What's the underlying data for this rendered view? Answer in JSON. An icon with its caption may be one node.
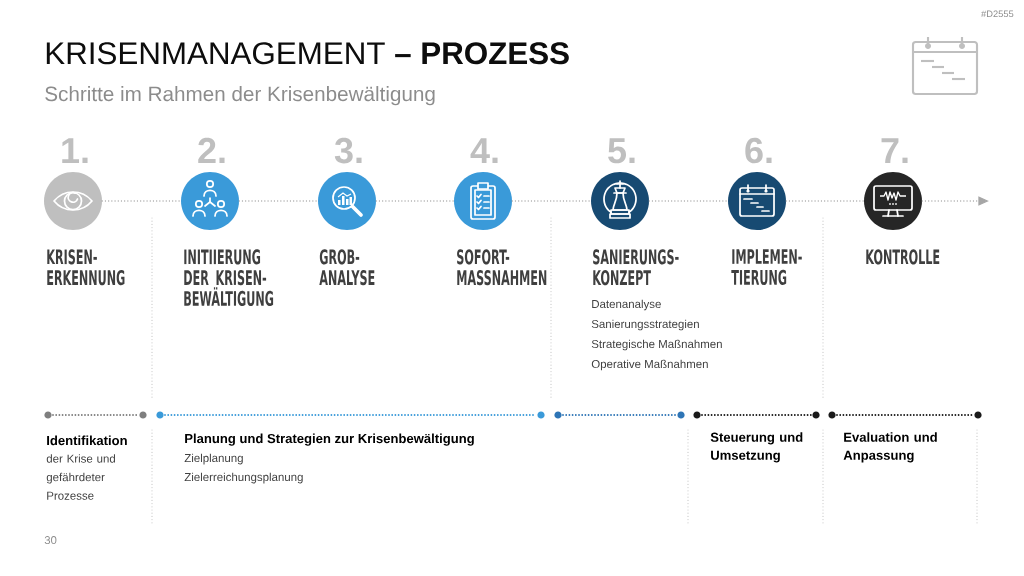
{
  "diagram": {
    "title": "KRISENMANAGEMENT **– PROZESS**",
    "nodes": [
      {
        "text": [
          "1.",
          "KRISEN- ERKENNUNG"
        ]
      },
      {
        "text": [
          "2.",
          "INITIIERUNG DER KRISEN- BEWÄLTIGUNG"
        ]
      },
      {
        "text": [
          "3.",
          "GROB- ANALYSE"
        ]
      },
      {
        "text": [
          "4.",
          "SOFORT- MASSNAHMEN"
        ]
      },
      {
        "text": [
          "5.",
          "SANIERUNGS- KONZEPT"
        ],
        "beside": [
          "Datenanalyse",
          "Sanierungsstrategien",
          "Strategische Maßnahmen",
          "Operative Maßnahmen"
        ]
      },
      {
        "text": [
          "6.",
          "IMPLEMEN- TIERUNG"
        ]
      },
      {
        "text": [
          "7.",
          "KONTROLLE"
        ]
      }
    ],
    "edges": [
      {
        "from": 0,
        "to": 1,
        "arrow": "none"
      },
      {
        "from": 1,
        "to": 2,
        "arrow": "none"
      },
      {
        "from": 2,
        "to": 3,
        "arrow": "none"
      },
      {
        "from": 3,
        "to": 4,
        "arrow": "none"
      },
      {
        "from": 4,
        "to": 5,
        "arrow": "none"
      },
      {
        "from": 5,
        "to": 6,
        "arrow": "none"
      },
      {
        "from": 6,
        "to": null,
        "arrow": "to"
      }
    ],
    "labels": [
      "#D2555",
      "Schritte im Rahmen der Krisenbewältigung",
      "Identifikation",
      "der Krise und gefährdeter Prozesse",
      "Planung und Strategien zur Krisenbewältigung",
      "Zielplanung",
      "Zielerreichungsplanung",
      "Steuerung und Umsetzung",
      "Evaluation und Anpassung",
      "30"
    ]
  }
}
